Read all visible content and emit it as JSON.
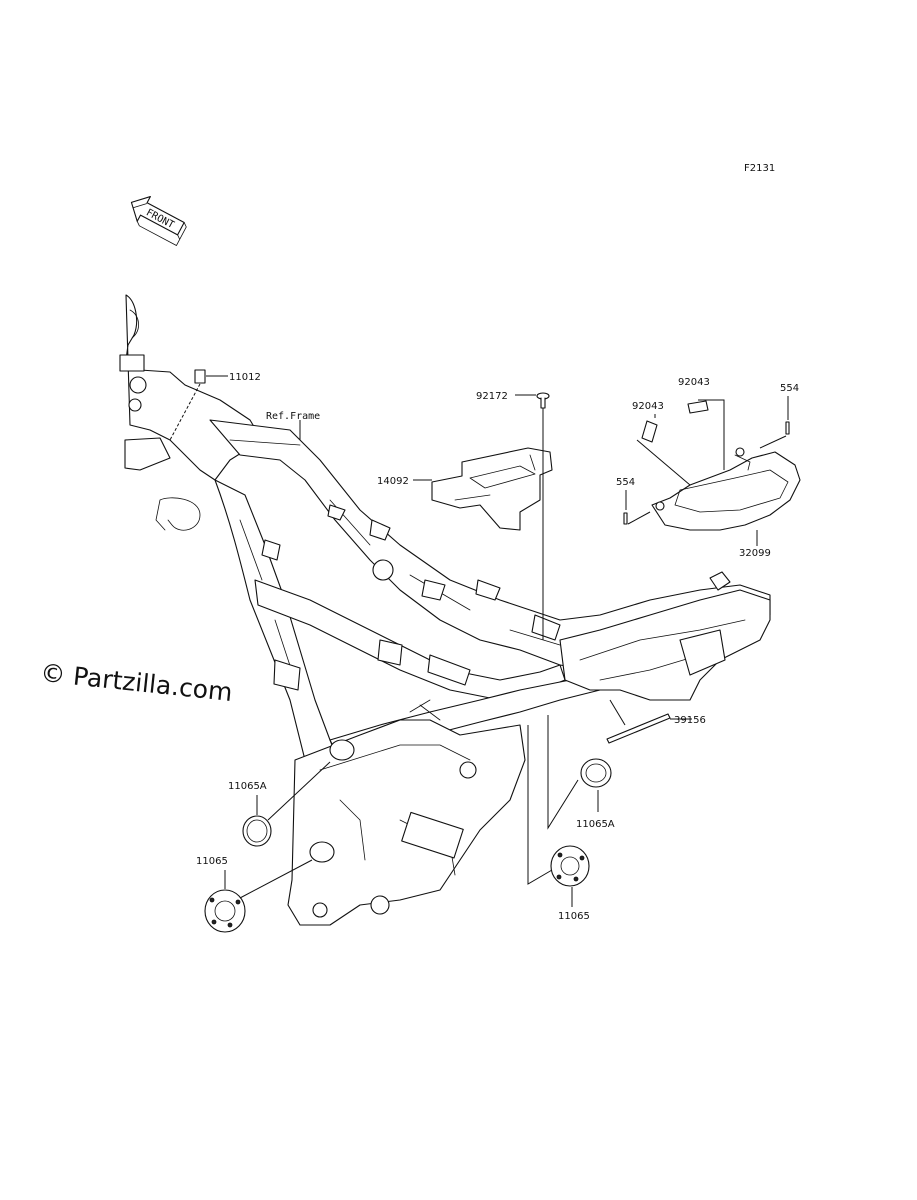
{
  "diagram_code": "F2131",
  "front_indicator": "FRONT",
  "reference_note": "Ref.Frame",
  "watermark": "© Partzilla.com",
  "parts": {
    "p11012": "11012",
    "p92172": "92172",
    "p14092": "14092",
    "p92043_a": "92043",
    "p92043_b": "92043",
    "p554_a": "554",
    "p554_b": "554",
    "p32099": "32099",
    "p39156": "39156",
    "p11065A_a": "11065A",
    "p11065A_b": "11065A",
    "p11065_a": "11065",
    "p11065_b": "11065"
  }
}
